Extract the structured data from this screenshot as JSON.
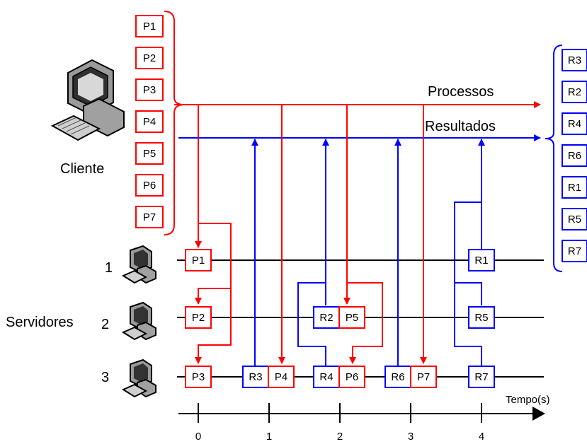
{
  "labels": {
    "client": "Cliente",
    "servers": "Servidores",
    "processes": "Processos",
    "results": "Resultados",
    "time_axis": "Tempo(s)",
    "server_ids": [
      "1",
      "2",
      "3"
    ]
  },
  "client_queue": [
    "P1",
    "P2",
    "P3",
    "P4",
    "P5",
    "P6",
    "P7"
  ],
  "result_queue": [
    "R3",
    "R2",
    "R4",
    "R6",
    "R1",
    "R5",
    "R7"
  ],
  "time_ticks": [
    "0",
    "1",
    "2",
    "3",
    "4"
  ],
  "server_tasks": {
    "server1": [
      "P1",
      "R1"
    ],
    "server2": [
      "P2",
      "R2",
      "P5",
      "R5"
    ],
    "server3": [
      "P3",
      "R3",
      "P4",
      "R4",
      "P6",
      "R6",
      "P7",
      "R7"
    ]
  },
  "colors": {
    "process": "#ff0000",
    "result": "#0000ff",
    "line": "#000000"
  },
  "icons": {
    "client": "desktop-computer-icon",
    "server": "server-computer-icon"
  }
}
